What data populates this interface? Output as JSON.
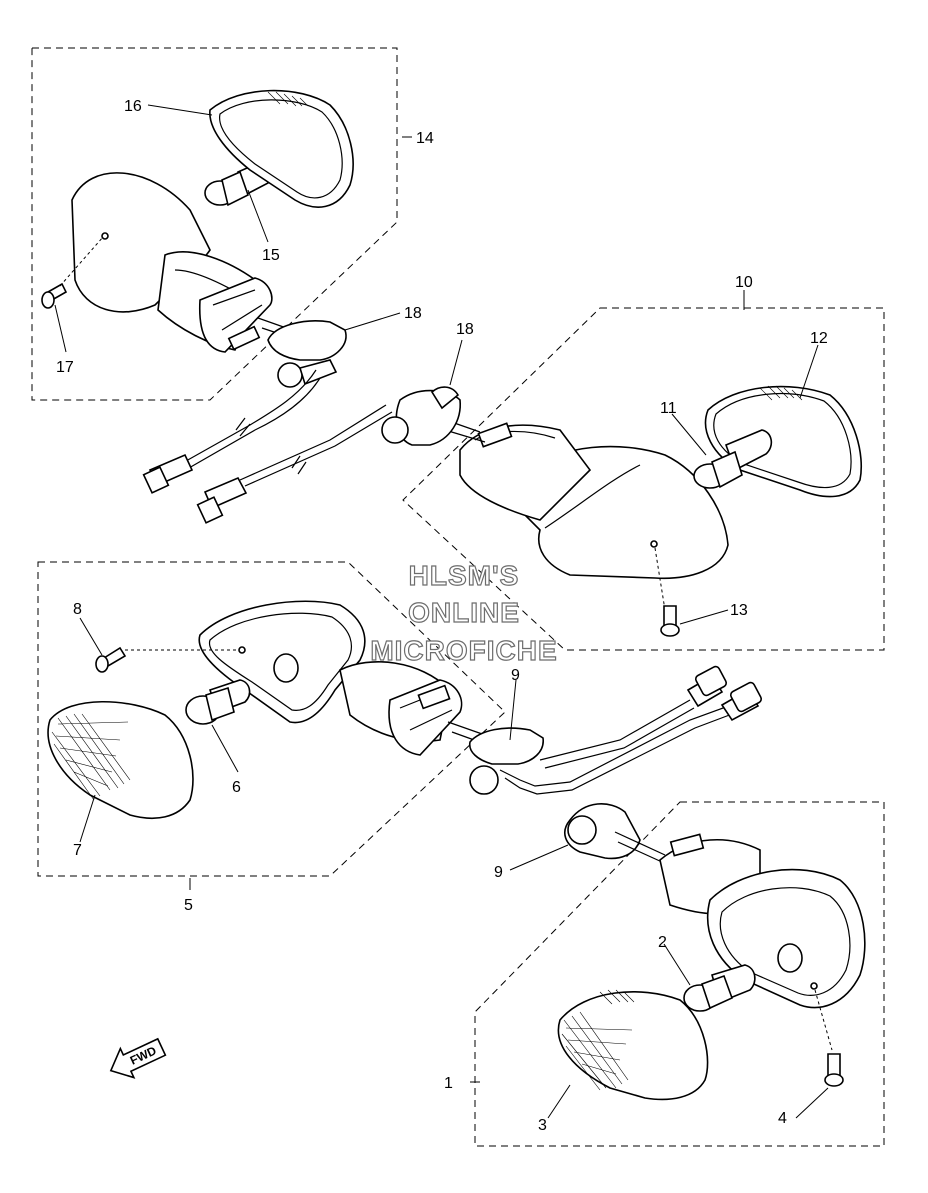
{
  "callouts": {
    "c1": "1",
    "c2": "2",
    "c3": "3",
    "c4": "4",
    "c5": "5",
    "c6": "6",
    "c7": "7",
    "c8": "8",
    "c9a": "9",
    "c9b": "9",
    "c10": "10",
    "c11": "11",
    "c12": "12",
    "c13": "13",
    "c14": "14",
    "c15": "15",
    "c16": "16",
    "c17": "17",
    "c18a": "18",
    "c18b": "18"
  },
  "watermark": {
    "line1": "HLSM'S",
    "line2": "ONLINE",
    "line3": "MICROFICHE"
  },
  "direction_arrow": {
    "label": "FWD",
    "icon": "fwd-arrow-icon"
  }
}
